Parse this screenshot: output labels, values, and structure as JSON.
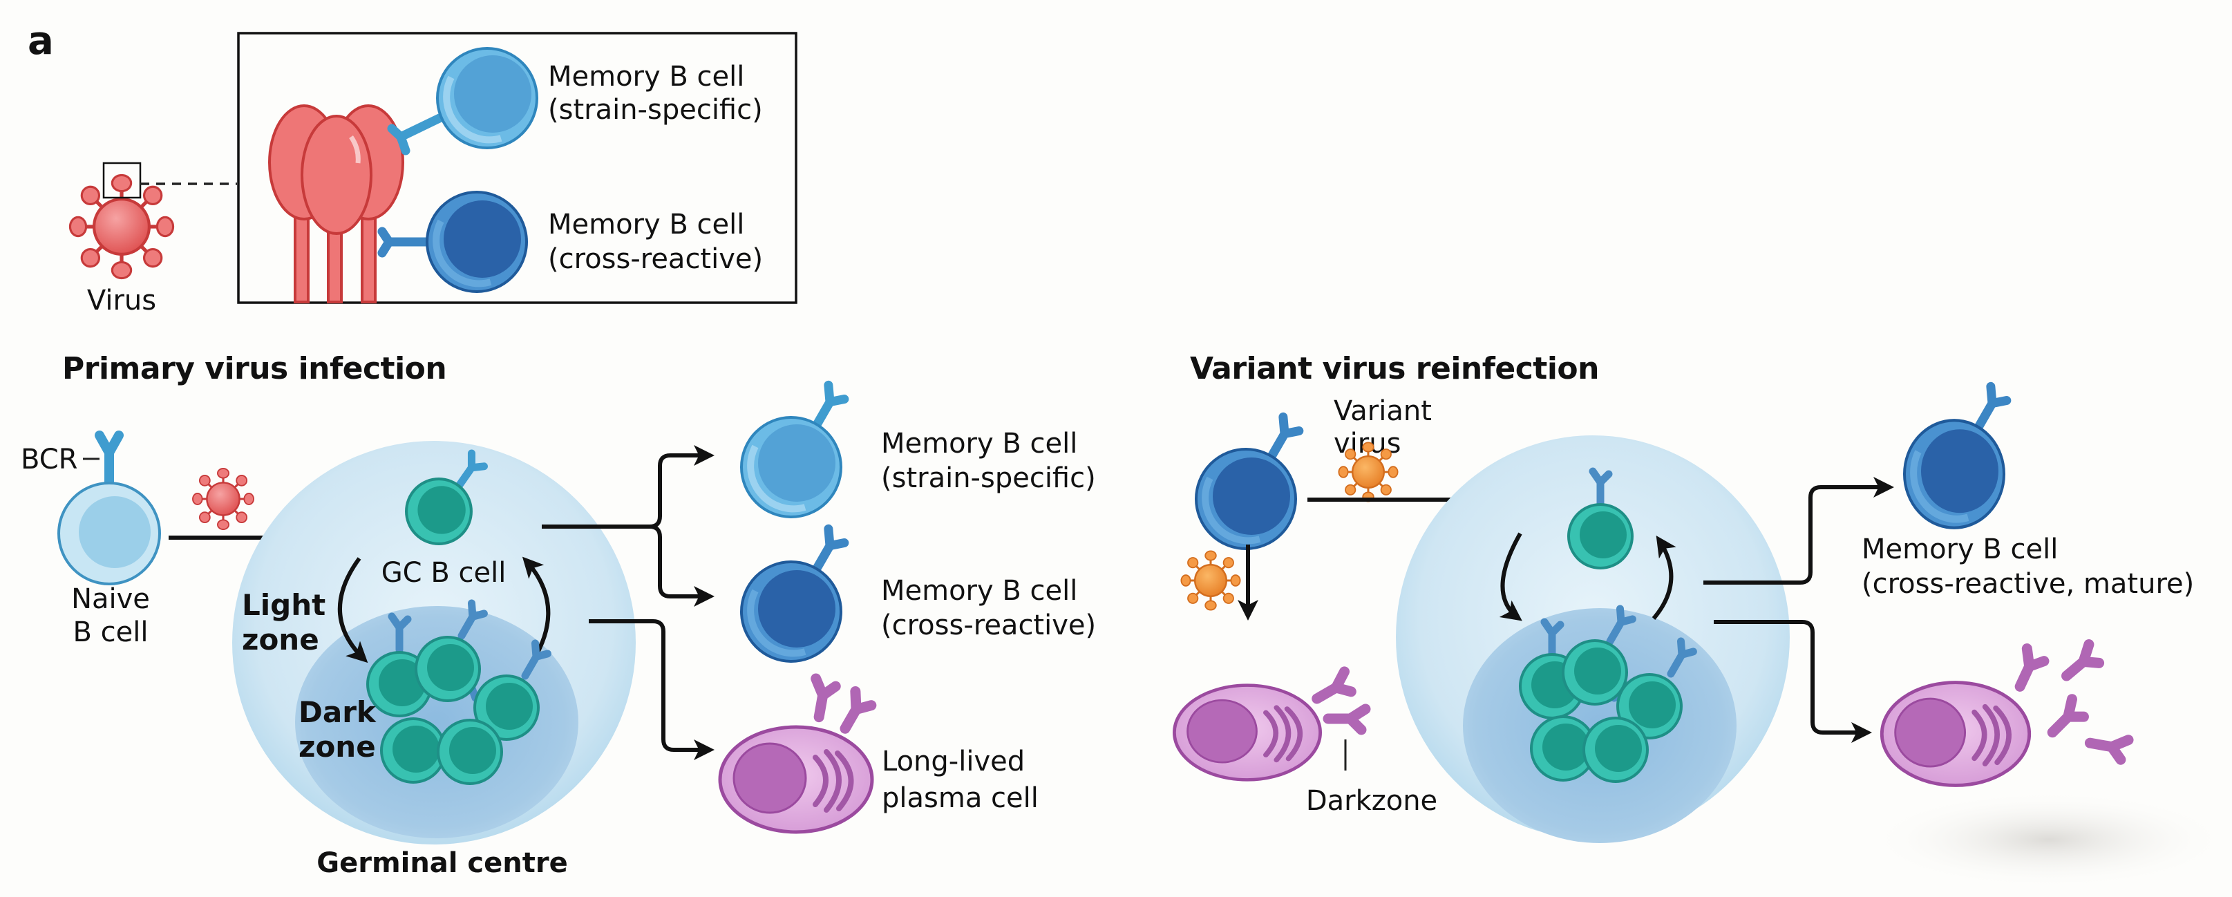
{
  "figure": {
    "panel_label": "a",
    "colors": {
      "background": "#fdfdfb",
      "virus_primary": "#e25b5b",
      "virus_variant": "#ee8a35",
      "memory_strain_specific": "#5ab0e0",
      "memory_cross_reactive": "#2f73b8",
      "gc_b_cell": "#22a89a",
      "plasma_cell": "#c07bc2",
      "germinal_centre_light": "#cfe7f4",
      "germinal_centre_dark": "#9cc7e3",
      "arrow": "#111111"
    }
  },
  "inset": {
    "virus_label": "Virus",
    "memory_strain_specific": {
      "line1": "Memory B cell",
      "line2": "(strain-specific)"
    },
    "memory_cross_reactive": {
      "line1": "Memory B cell",
      "line2": "(cross-reactive)"
    }
  },
  "primary": {
    "heading": "Primary virus infection",
    "bcr_label": "BCR",
    "naive_label": {
      "line1": "Naive",
      "line2": "B cell"
    },
    "gc_b_cell_label": "GC B cell",
    "light_zone_label": {
      "line1": "Light",
      "line2": "zone"
    },
    "dark_zone_label": {
      "line1": "Dark",
      "line2": "zone"
    },
    "germinal_centre_label": "Germinal centre",
    "outputs": [
      {
        "line1": "Memory B cell",
        "line2": "(strain-specific)"
      },
      {
        "line1": "Memory B cell",
        "line2": "(cross-reactive)"
      },
      {
        "line1": "Long-lived",
        "line2": "plasma cell"
      }
    ]
  },
  "reinfection": {
    "heading": "Variant virus reinfection",
    "variant_virus_label": {
      "line1": "Variant",
      "line2": "virus"
    },
    "darkzone_label": "Darkzone",
    "memory_output": {
      "line1": "Memory B cell",
      "line2": "(cross-reactive, mature)"
    }
  }
}
